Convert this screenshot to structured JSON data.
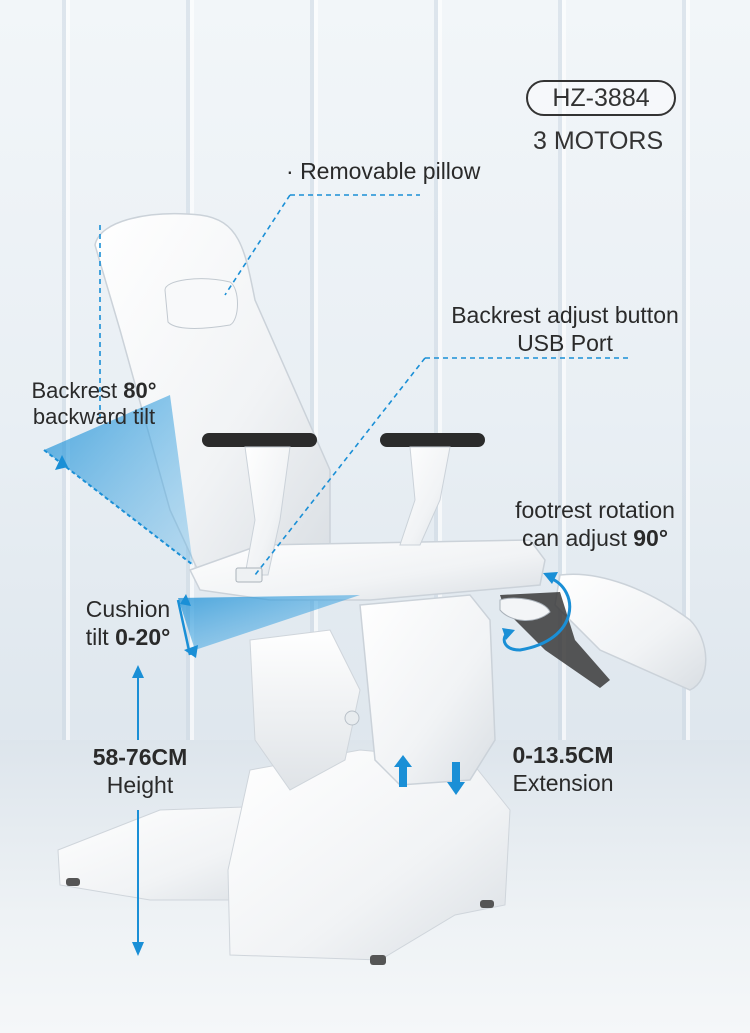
{
  "product": {
    "model": "HZ-3884",
    "motors": "3 MOTORS"
  },
  "callouts": {
    "pillow": "Removable pillow",
    "backrest_button_line1": "Backrest adjust button",
    "backrest_button_line2": "USB Port",
    "backrest_tilt_prefix": "Backrest",
    "backrest_tilt_value": "80°",
    "backrest_tilt_line2": "backward tilt",
    "footrest_line1": "footrest rotation",
    "footrest_line2_prefix": "can adjust",
    "footrest_line2_value": "90°",
    "cushion_line1": "Cushion",
    "cushion_line2_prefix": "tilt",
    "cushion_line2_value": "0-20°",
    "height_value": "58-76CM",
    "height_label": "Height",
    "extension_value": "0-13.5CM",
    "extension_label": "Extension"
  },
  "colors": {
    "accent_blue": "#1a8fd6",
    "chair_white": "#f7f8f9",
    "text_dark": "#2a2a2a"
  }
}
